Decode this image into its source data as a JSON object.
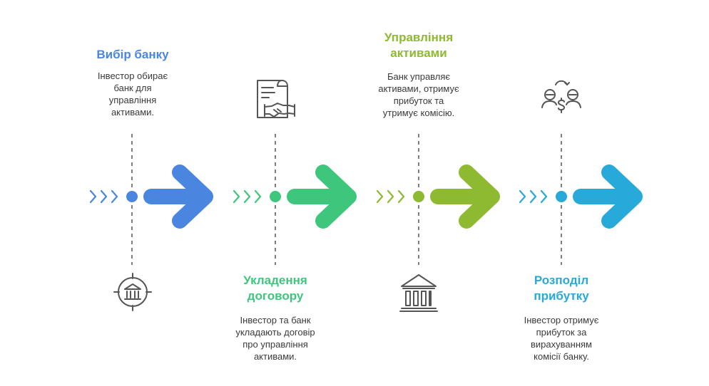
{
  "colors": {
    "blue": "#4a86e0",
    "green": "#3ec77c",
    "olive": "#8dba30",
    "cyan": "#27a9d9",
    "icon": "#555555",
    "dash": "#555555"
  },
  "steps": [
    {
      "title": "Вибір банку",
      "description": "Інвестор обирає\nбанк для\nуправління\nактивами.",
      "color": "#4a86e0",
      "icon": "bank-target-icon"
    },
    {
      "title": "Укладення\nдоговору",
      "description": "Інвестор та банк\nукладають договір\nпро управління\nактивами.",
      "color": "#3ec77c",
      "icon": "contract-handshake-icon"
    },
    {
      "title": "Управління\nактивами",
      "description": "Банк управляє\nактивами, отримує\nприбуток та\nутримує комісію.",
      "color": "#8dba30",
      "icon": "bank-building-icon"
    },
    {
      "title": "Розподіл\nприбутку",
      "description": "Інвестор отримує\nприбуток за\nвирахуванням\nкомісії банку.",
      "color": "#27a9d9",
      "icon": "profit-sharing-icon"
    }
  ]
}
